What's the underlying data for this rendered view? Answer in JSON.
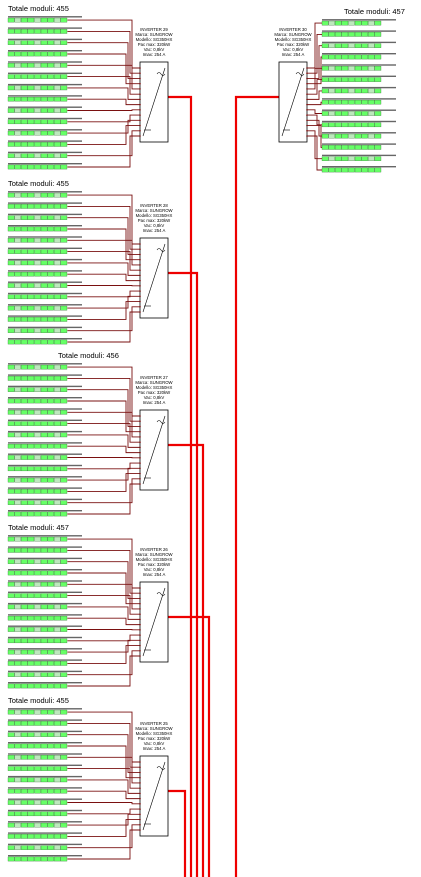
{
  "blocks": [
    {
      "total_label": "Totale moduli: 455",
      "inverter": [
        "INVERTER 29",
        "Marca: SUNGROW",
        "Modello: SG350HX",
        "Pac max: 320kW",
        "Vac: 0,8kV",
        "Imax: 254 A"
      ]
    },
    {
      "total_label": "Totale moduli: 455",
      "inverter": [
        "INVERTER 28",
        "Marca: SUNGROW",
        "Modello: SG350HX",
        "Pac max: 320kW",
        "Vac: 0,8kV",
        "Imax: 254 A"
      ]
    },
    {
      "total_label": "Totale moduli: 456",
      "inverter": [
        "INVERTER 27",
        "Marca: SUNGROW",
        "Modello: SG350HX",
        "Pac max: 320kW",
        "Vac: 0,8kV",
        "Imax: 254 A"
      ]
    },
    {
      "total_label": "Totale moduli: 457",
      "inverter": [
        "INVERTER 26",
        "Marca: SUNGROW",
        "Modello: SG350HX",
        "Pac max: 320kW",
        "Vac: 0,8kV",
        "Imax: 254 A"
      ]
    },
    {
      "total_label": "Totale moduli: 455",
      "inverter": [
        "INVERTER 25",
        "Marca: SUNGROW",
        "Modello: SG350HX",
        "Pac max: 320kW",
        "Vac: 0,8kV",
        "Imax: 254 A"
      ]
    },
    {
      "total_label": "Totale moduli: 457",
      "inverter": [
        "INVERTER 30",
        "Marca: SUNGROW",
        "Modello: SG350HX",
        "Pac max: 320kW",
        "Vac: 0,8kV",
        "Imax: 254 A"
      ]
    }
  ],
  "colors": {
    "module_fill": "#66ff66",
    "module_fill_alt": "#bde8bd",
    "module_border": "#2a6a2a",
    "string_wire": "#7a1010",
    "ac_line": "#ee0000",
    "inverter_border": "#000000"
  }
}
